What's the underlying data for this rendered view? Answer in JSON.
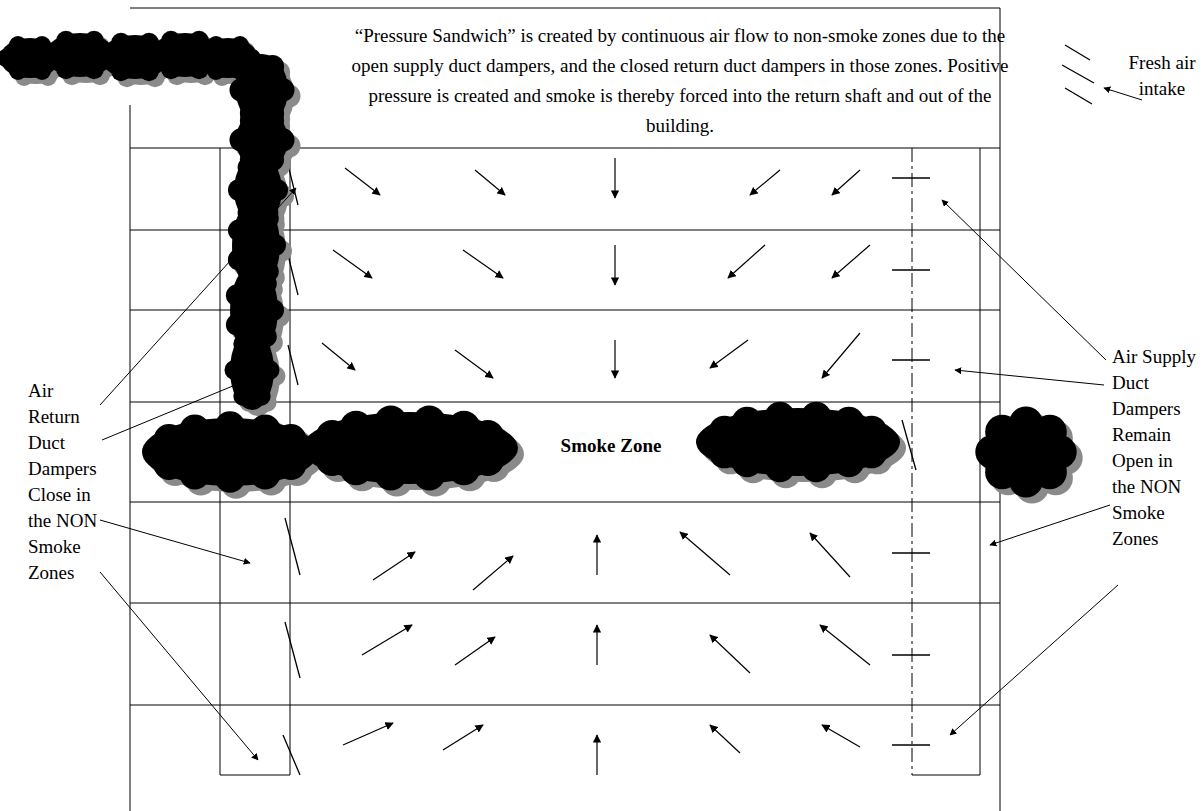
{
  "diagram": {
    "nodes": [
      {
        "text": [
          "Smoke Zone"
        ]
      }
    ],
    "labels": [
      "“Pressure Sandwich” is created by continuous air flow to non-smoke zones due to the open supply duct dampers, and the closed return duct dampers in those zones. Positive pressure is created and smoke is thereby forced into the return shaft and out of the building.",
      "Fresh air intake",
      "Air Return Duct Dampers Close in the NON Smoke Zones",
      "Air Supply Duct Dampers Remain Open in the NON Smoke Zones"
    ]
  }
}
